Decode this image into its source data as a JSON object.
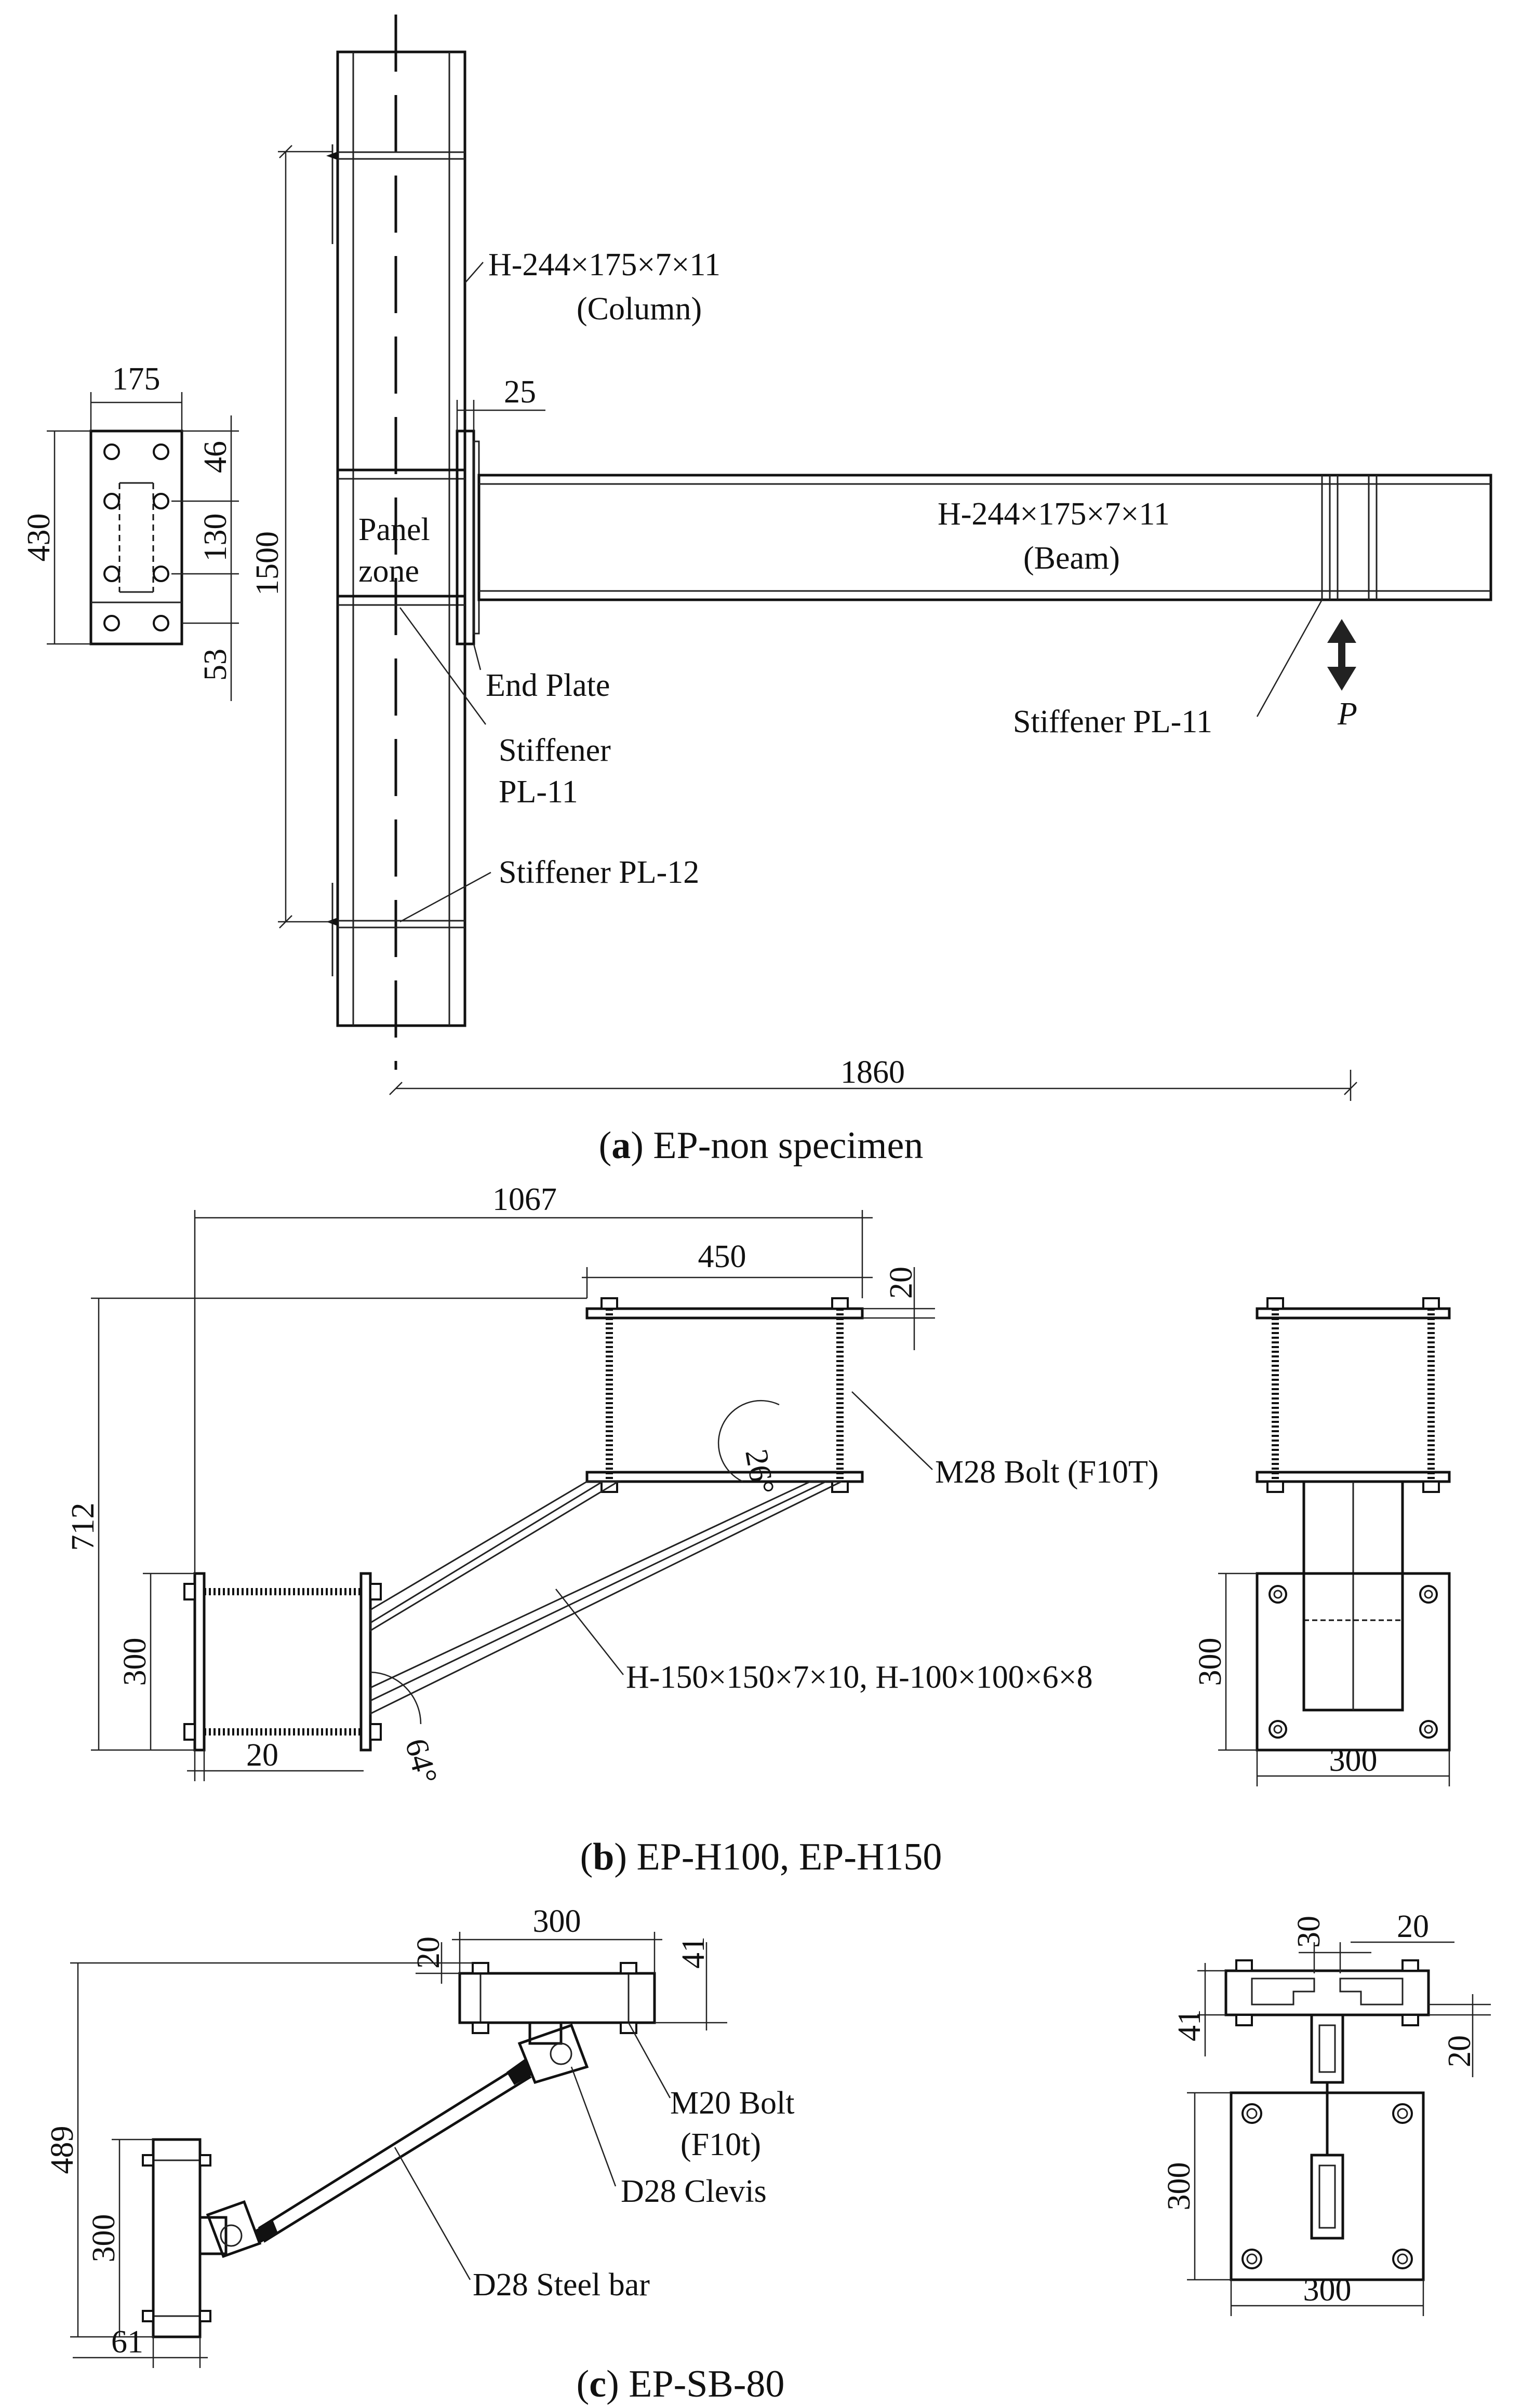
{
  "panel_a": {
    "caption_label": "a",
    "caption_text": "EP-non specimen",
    "column_label": "H-244×175×7×11",
    "column_sub": "(Column)",
    "beam_label": "H-244×175×7×11",
    "beam_sub": "(Beam)",
    "dim_25": "25",
    "panel_zone_line1": "Panel",
    "panel_zone_line2": "zone",
    "end_plate": "End Plate",
    "stiffener_pl11_line1": "Stiffener",
    "stiffener_pl11_line2": "PL-11",
    "stiffener_pl12": "Stiffener PL-12",
    "beam_stiffener": "Stiffener PL-11",
    "load_symbol": "P",
    "dim_1500": "1500",
    "dim_1860": "1860",
    "endplate_detail": {
      "dim_175": "175",
      "dim_430": "430",
      "dim_46": "46",
      "dim_130": "130",
      "dim_53": "53"
    }
  },
  "panel_b": {
    "caption_label": "b",
    "caption_text": "EP-H100, EP-H150",
    "dim_1067": "1067",
    "dim_450": "450",
    "dim_20_top": "20",
    "dim_712": "712",
    "dim_300_left": "300",
    "dim_20_bottom": "20",
    "angle_26": "26°",
    "angle_64": "64°",
    "bolt_label": "M28 Bolt (F10T)",
    "brace_label": "H-150×150×7×10, H-100×100×6×8",
    "side_dim_300_v": "300",
    "side_dim_300_h": "300"
  },
  "panel_c": {
    "caption_label": "c",
    "caption_text": "EP-SB-80",
    "dim_300_top": "300",
    "dim_20_top": "20",
    "dim_41_top": "41",
    "dim_489": "489",
    "dim_300_left": "300",
    "dim_61": "61",
    "bolt_label_line1": "M20 Bolt",
    "bolt_label_line2": "(F10t)",
    "clevis_label": "D28 Clevis",
    "bar_label": "D28 Steel bar",
    "side_dim_30": "30",
    "side_dim_20_top": "20",
    "side_dim_41": "41",
    "side_dim_20_right": "20",
    "side_dim_300_v": "300",
    "side_dim_300_h": "300"
  }
}
